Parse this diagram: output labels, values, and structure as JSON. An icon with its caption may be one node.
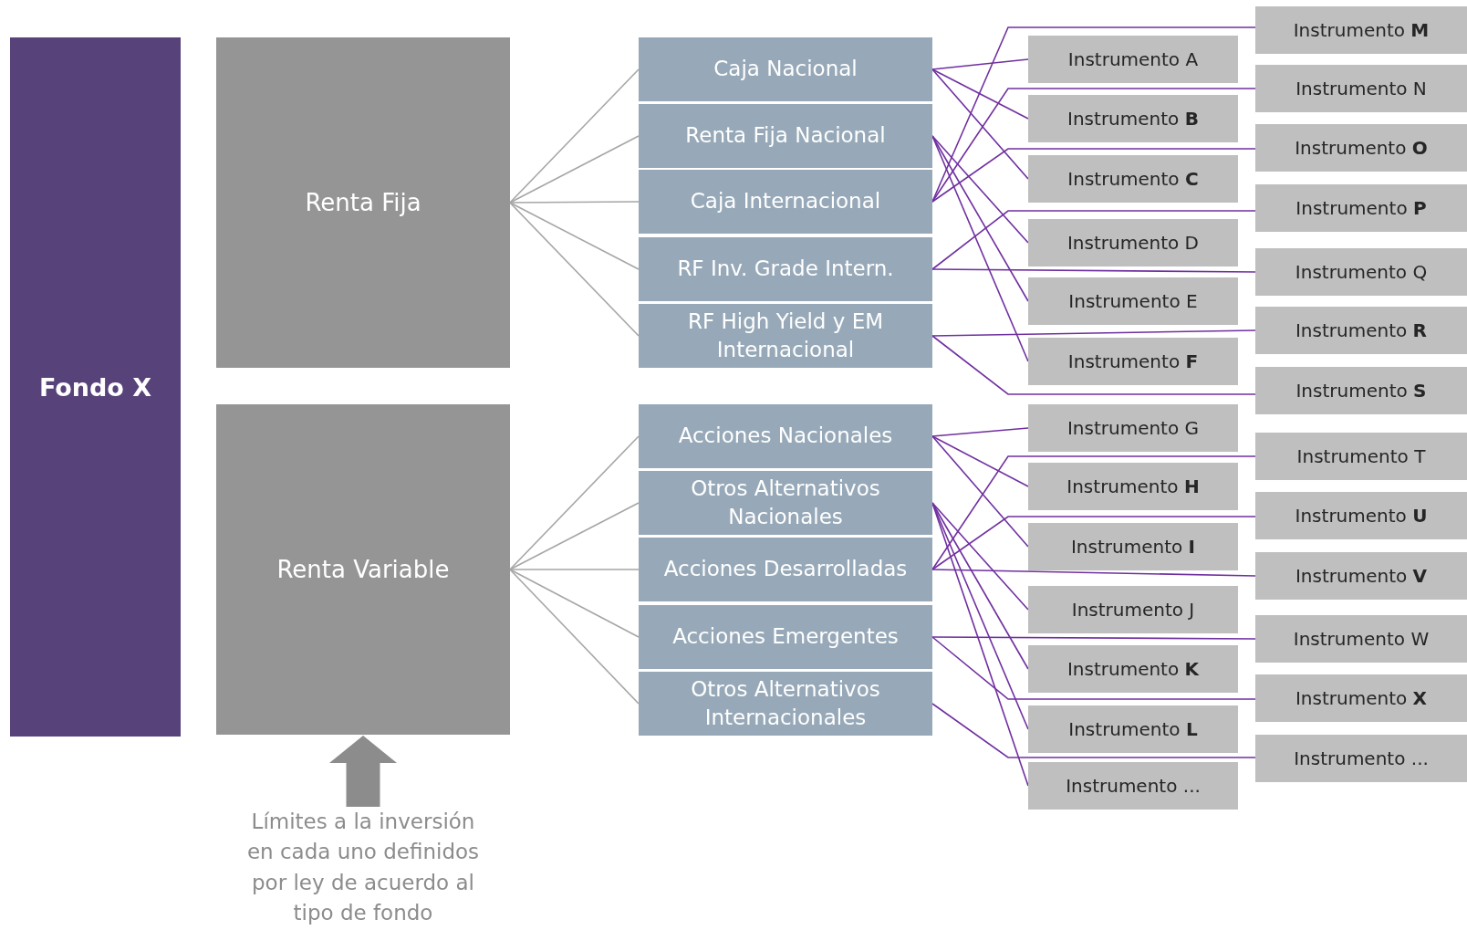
{
  "diagram": {
    "nodes": [
      {
        "text": [
          "Fondo X"
        ]
      },
      {
        "text": [
          "Renta Fija"
        ]
      },
      {
        "text": [
          "Renta Variable"
        ]
      },
      {
        "text": [
          "Caja Nacional"
        ]
      },
      {
        "text": [
          "Renta Fija Nacional"
        ]
      },
      {
        "text": [
          "Caja Internacional"
        ]
      },
      {
        "text": [
          "RF Inv. Grade Intern."
        ]
      },
      {
        "text": [
          "RF High Yield y EM Internacional"
        ]
      },
      {
        "text": [
          "Acciones Nacionales"
        ]
      },
      {
        "text": [
          "Otros Alternativos Nacionales"
        ]
      },
      {
        "text": [
          "Acciones Desarrolladas"
        ]
      },
      {
        "text": [
          "Acciones Emergentes"
        ]
      },
      {
        "text": [
          "Otros Alternativos Internacionales"
        ]
      },
      {
        "text": [
          "Instrumento A"
        ]
      },
      {
        "text": [
          "Instrumento **B**"
        ]
      },
      {
        "text": [
          "Instrumento **C**"
        ]
      },
      {
        "text": [
          "Instrumento D"
        ]
      },
      {
        "text": [
          "Instrumento E"
        ]
      },
      {
        "text": [
          "Instrumento **F**"
        ]
      },
      {
        "text": [
          "Instrumento G"
        ]
      },
      {
        "text": [
          "Instrumento **H**"
        ]
      },
      {
        "text": [
          "Instrumento **I**"
        ]
      },
      {
        "text": [
          "Instrumento J"
        ]
      },
      {
        "text": [
          "Instrumento **K**"
        ]
      },
      {
        "text": [
          "Instrumento **L**"
        ]
      },
      {
        "text": [
          "Instrumento ..."
        ]
      },
      {
        "text": [
          "Instrumento **M**"
        ]
      },
      {
        "text": [
          "Instrumento N"
        ]
      },
      {
        "text": [
          "Instrumento **O**"
        ]
      },
      {
        "text": [
          "Instrumento **P**"
        ]
      },
      {
        "text": [
          "Instrumento Q"
        ]
      },
      {
        "text": [
          "Instrumento **R**"
        ]
      },
      {
        "text": [
          "Instrumento **S**"
        ]
      },
      {
        "text": [
          "Instrumento T"
        ]
      },
      {
        "text": [
          "Instrumento **U**"
        ]
      },
      {
        "text": [
          "Instrumento **V**"
        ]
      },
      {
        "text": [
          "Instrumento W"
        ]
      },
      {
        "text": [
          "Instrumento **X**"
        ]
      },
      {
        "text": [
          "Instrumento ..."
        ]
      },
      {
        "text": [
          "Límites a la inversión en cada uno definidos por ley de acuerdo al tipo de fondo"
        ]
      }
    ],
    "edges": [
      {
        "from": 1,
        "to": 3,
        "arrow": "none",
        "color": "#a6a6a6"
      },
      {
        "from": 1,
        "to": 4,
        "arrow": "none",
        "color": "#a6a6a6"
      },
      {
        "from": 1,
        "to": 5,
        "arrow": "none",
        "color": "#a6a6a6"
      },
      {
        "from": 1,
        "to": 6,
        "arrow": "none",
        "color": "#a6a6a6"
      },
      {
        "from": 1,
        "to": 7,
        "arrow": "none",
        "color": "#a6a6a6"
      },
      {
        "from": 2,
        "to": 8,
        "arrow": "none",
        "color": "#a6a6a6"
      },
      {
        "from": 2,
        "to": 9,
        "arrow": "none",
        "color": "#a6a6a6"
      },
      {
        "from": 2,
        "to": 10,
        "arrow": "none",
        "color": "#a6a6a6"
      },
      {
        "from": 2,
        "to": 11,
        "arrow": "none",
        "color": "#a6a6a6"
      },
      {
        "from": 2,
        "to": 12,
        "arrow": "none",
        "color": "#a6a6a6"
      },
      {
        "from": 3,
        "to": 13,
        "arrow": "none"
      },
      {
        "from": 3,
        "to": 14,
        "arrow": "none"
      },
      {
        "from": 3,
        "to": 15,
        "arrow": "none"
      },
      {
        "from": 4,
        "to": 16,
        "arrow": "none"
      },
      {
        "from": 4,
        "to": 17,
        "arrow": "none"
      },
      {
        "from": 4,
        "to": 18,
        "arrow": "none"
      },
      {
        "from": 5,
        "to": 26,
        "arrow": "none"
      },
      {
        "from": 5,
        "to": 27,
        "arrow": "none"
      },
      {
        "from": 5,
        "to": 28,
        "arrow": "none"
      },
      {
        "from": 6,
        "to": 29,
        "arrow": "none"
      },
      {
        "from": 6,
        "to": 30,
        "arrow": "none"
      },
      {
        "from": 7,
        "to": 31,
        "arrow": "none"
      },
      {
        "from": 7,
        "to": 32,
        "arrow": "none"
      },
      {
        "from": 8,
        "to": 19,
        "arrow": "none"
      },
      {
        "from": 8,
        "to": 20,
        "arrow": "none"
      },
      {
        "from": 8,
        "to": 21,
        "arrow": "none"
      },
      {
        "from": 9,
        "to": 22,
        "arrow": "none"
      },
      {
        "from": 9,
        "to": 23,
        "arrow": "none"
      },
      {
        "from": 9,
        "to": 24,
        "arrow": "none"
      },
      {
        "from": 9,
        "to": 25,
        "arrow": "none"
      },
      {
        "from": 10,
        "to": 33,
        "arrow": "none"
      },
      {
        "from": 10,
        "to": 34,
        "arrow": "none"
      },
      {
        "from": 10,
        "to": 35,
        "arrow": "none"
      },
      {
        "from": 11,
        "to": 36,
        "arrow": "none"
      },
      {
        "from": 11,
        "to": 37,
        "arrow": "none"
      },
      {
        "from": 12,
        "to": 38,
        "arrow": "none"
      },
      {
        "from": 39,
        "to": 2,
        "arrow": "to",
        "style": "thick",
        "color": "#8c8c8c"
      }
    ]
  }
}
